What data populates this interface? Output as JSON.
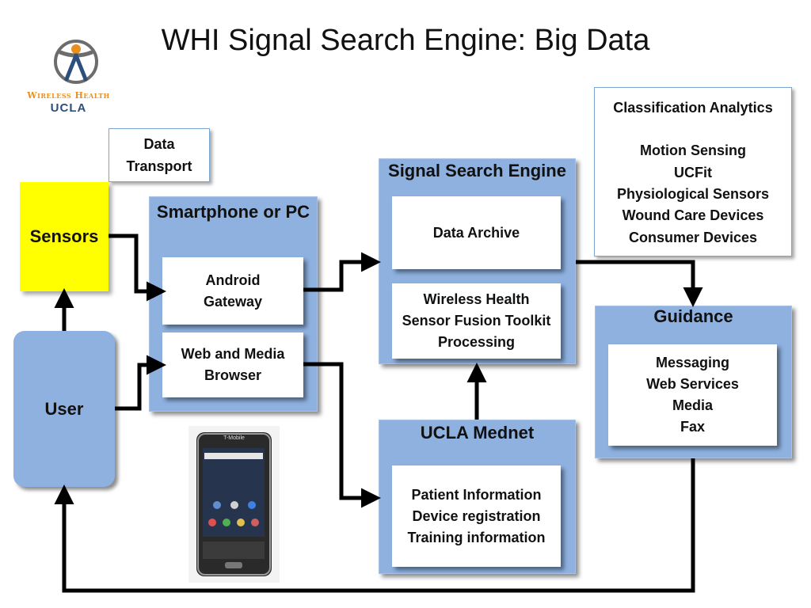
{
  "title": "WHI Signal Search Engine: Big Data",
  "logo": {
    "line1": "Wireless Health",
    "line2": "UCLA"
  },
  "data_transport": [
    "Data",
    "Transport"
  ],
  "sensors": "Sensors",
  "user": "User",
  "smartphone": {
    "title": "Smartphone or PC",
    "android": [
      "Android",
      "Gateway"
    ],
    "browser": [
      "Web and Media",
      "Browser"
    ]
  },
  "signal_engine": {
    "title": "Signal Search Engine",
    "archive": "Data Archive",
    "toolkit": [
      "Wireless Health",
      "Sensor Fusion Toolkit",
      "Processing"
    ]
  },
  "classification": {
    "title": "Classification Analytics",
    "items": [
      "Motion Sensing",
      "UCFit",
      "Physiological Sensors",
      "Wound Care Devices",
      "Consumer Devices"
    ]
  },
  "guidance": {
    "title": "Guidance",
    "items": [
      "Messaging",
      "Web Services",
      "Media",
      "Fax"
    ]
  },
  "mednet": {
    "title": "UCLA Mednet",
    "items": [
      "Patient Information",
      "Device registration",
      "Training information"
    ]
  },
  "phone": {
    "carrier": "T-Mobile"
  },
  "colors": {
    "panel": "#8eb1e0",
    "sensors": "#ffff00",
    "logo_orange": "#e8901e",
    "logo_blue": "#2d4f7c"
  }
}
